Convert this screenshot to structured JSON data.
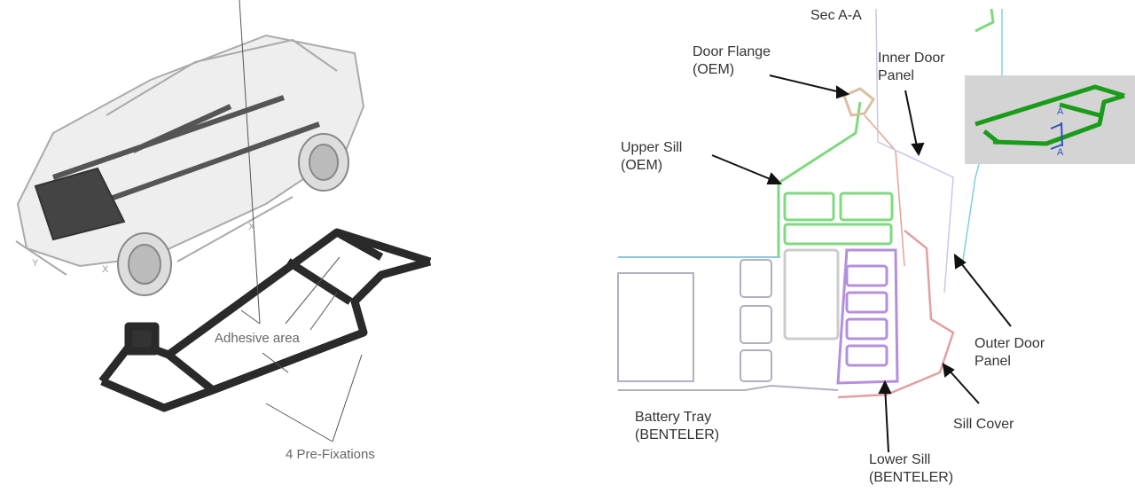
{
  "left": {
    "axis_labels": {
      "x_long": "X",
      "y": "Y",
      "x_short": "X"
    },
    "adhesive_label": "Adhesive area",
    "prefix_label": "4 Pre-Fixations"
  },
  "right": {
    "section_title": "Sec A-A",
    "door_flange": [
      "Door Flange",
      "(OEM)"
    ],
    "inner_door_panel": [
      "Inner Door",
      "Panel"
    ],
    "upper_sill": [
      "Upper Sill",
      "(OEM)"
    ],
    "outer_door_panel": [
      "Outer Door",
      "Panel"
    ],
    "sill_cover": "Sill Cover",
    "battery_tray": [
      "Battery Tray",
      "(BENTELER)"
    ],
    "lower_sill": [
      "Lower Sill",
      "(BENTELER)"
    ],
    "inset_section_marks": [
      "A",
      "A"
    ]
  },
  "colors": {
    "upper_sill": "#7fd97f",
    "lower_sill": "#b48fdc",
    "inset_frame": "#1a9c1a",
    "inset_bg": "#d4d4d4",
    "tray": "#b0b0c0"
  }
}
